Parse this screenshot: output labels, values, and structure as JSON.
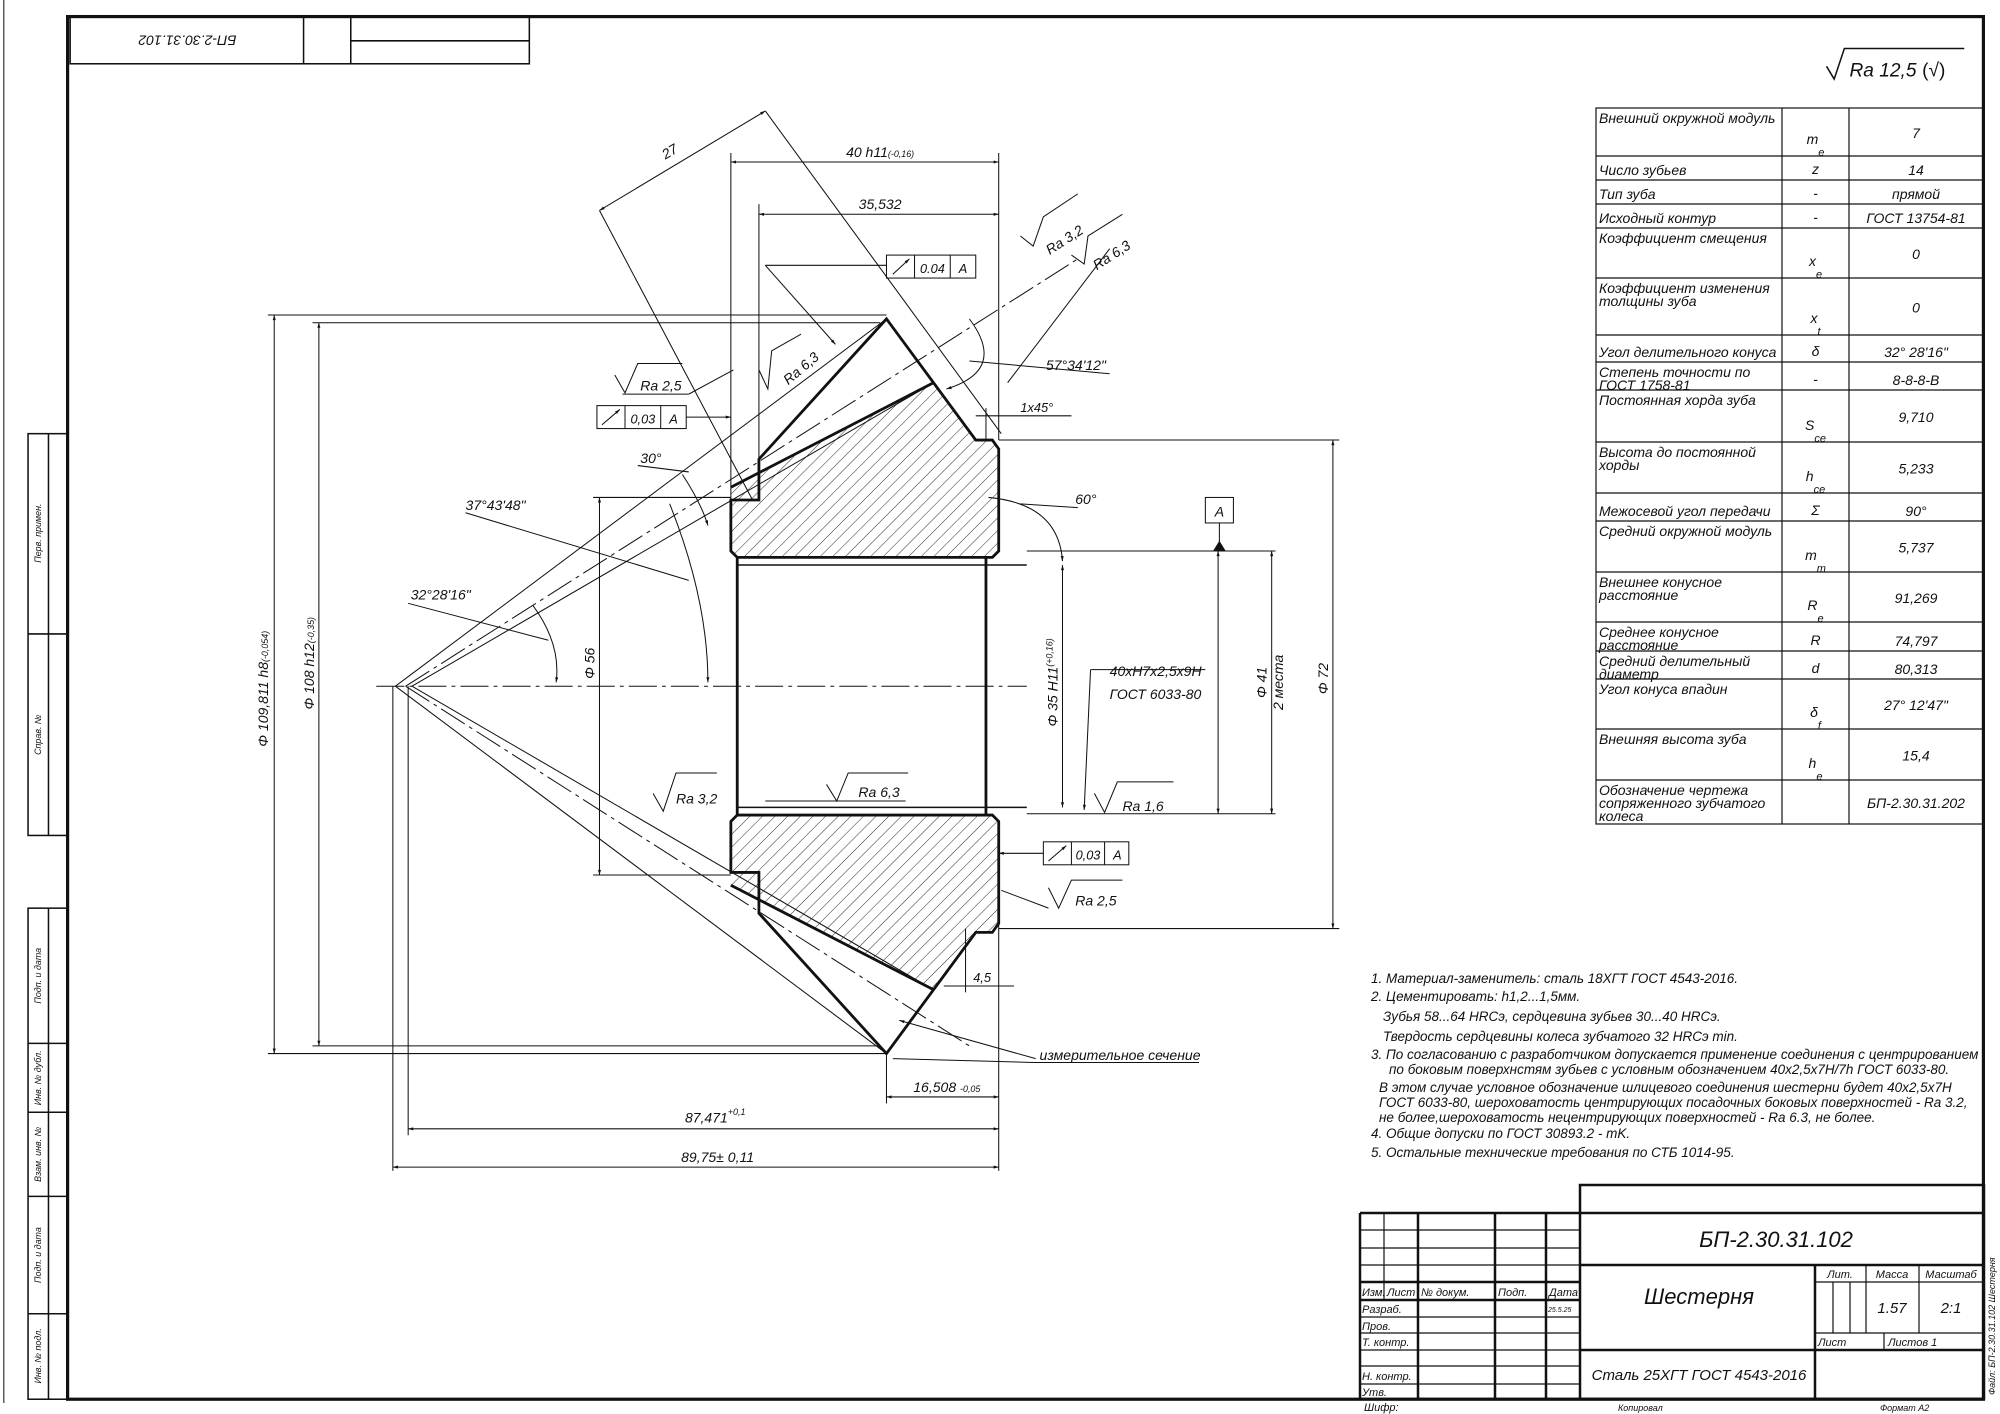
{
  "stamp_top": "БП-2.30.31.102",
  "side_labels": [
    "Перв. примен.",
    "Справ. №",
    "Подп. и дата",
    "Инв. № дубл.",
    "Взам. инв. №",
    "Подп. и дата",
    "Инв. № подл."
  ],
  "roughness_general": {
    "label": "Ra 12,5",
    "suffix": "(√)"
  },
  "drawing": {
    "dims": {
      "d_outer": "Φ 109,811 h8",
      "d_outer_tol": "(-0,054)",
      "d_108": "Φ 108 h12",
      "d_108_tol": "(-0,35)",
      "d_56": "Φ 56",
      "d_35": "Φ 35 H11",
      "d_35_tol": "(+0,16)",
      "d_41": "Φ 41",
      "d_41_note": "2 места",
      "d_72": "Φ 72",
      "len_40": "40 h11",
      "len_40_tol": "(-0,16)",
      "len_35532": "35,532",
      "len_27": "27",
      "chamfer": "1x45°",
      "angle_back": "57°34'12\"",
      "angle_60": "60°",
      "angle_30": "30°",
      "angle_root": "37°43'48\"",
      "angle_pitch": "32°28'16\"",
      "spline_1": "40xH7x2,5x9H",
      "spline_2": "ГОСТ 6033-80",
      "len_45": "4,5",
      "len_16508": "16,508",
      "len_16508_tol": "-0,05",
      "len_87471": "87,471",
      "len_87471_tol": "+0,1",
      "len_8975": "89,75± 0,11",
      "measure_section": "измерительное сечение"
    },
    "roughness": [
      "Ra 3,2",
      "Ra 6,3",
      "Ra 2,5",
      "Ra 6,3",
      "Ra 3,2",
      "Ra 6,3",
      "Ra 1,6",
      "Ra 2,5"
    ],
    "datum": "A",
    "tolerance_frames": [
      {
        "value": "0.04",
        "datum": "A"
      },
      {
        "value": "0,03",
        "datum": "A"
      },
      {
        "value": "0,03",
        "datum": "A"
      }
    ]
  },
  "param_table": {
    "rows": [
      {
        "name": [
          "Внешний окружной модуль"
        ],
        "sym": "m",
        "sub": "e",
        "value": "7"
      },
      {
        "name": [
          "Число зубьев"
        ],
        "sym": "z",
        "sub": "",
        "value": "14"
      },
      {
        "name": [
          "Тип зуба"
        ],
        "sym": "-",
        "sub": "",
        "value": "прямой"
      },
      {
        "name": [
          "Исходный контур"
        ],
        "sym": "-",
        "sub": "",
        "value": "ГОСТ 13754-81"
      },
      {
        "name": [
          "Коэффициент смещения"
        ],
        "sym": "x",
        "sub": "e",
        "value": "0"
      },
      {
        "name": [
          "Коэффициент изменения",
          "толщины зуба"
        ],
        "sym": "x",
        "sub": "t",
        "value": "0"
      },
      {
        "name": [
          "Угол делительного конуса"
        ],
        "sym": "δ",
        "sub": "",
        "value": "32° 28'16\""
      },
      {
        "name": [
          "Степень точности по",
          "ГОСТ 1758-81"
        ],
        "sym": "-",
        "sub": "",
        "value": "8-8-8-В"
      },
      {
        "name": [
          "Постоянная хорда зуба"
        ],
        "sym": "S",
        "sub": "ce",
        "value": "9,710"
      },
      {
        "name": [
          "Высота до постоянной",
          "хорды"
        ],
        "sym": "h",
        "sub": "ce",
        "value": "5,233"
      },
      {
        "name": [
          "Межосевой угол передачи"
        ],
        "sym": "Σ",
        "sub": "",
        "value": "90°"
      },
      {
        "name": [
          "Средний окружной модуль"
        ],
        "sym": "m",
        "sub": "m",
        "value": "5,737"
      },
      {
        "name": [
          "Внешнее конусное",
          "расстояние"
        ],
        "sym": "R",
        "sub": "e",
        "value": "91,269"
      },
      {
        "name": [
          "Среднее конусное",
          "расстояние"
        ],
        "sym": "R",
        "sub": "",
        "value": "74,797"
      },
      {
        "name": [
          "Средний делительный",
          "диаметр"
        ],
        "sym": "d",
        "sub": "",
        "value": "80,313"
      },
      {
        "name": [
          "Угол конуса впадин"
        ],
        "sym": "δ",
        "sub": "f",
        "value": "27° 12'47\""
      },
      {
        "name": [
          "Внешняя высота зуба"
        ],
        "sym": "h",
        "sub": "e",
        "value": "15,4"
      },
      {
        "name": [
          "Обозначение чертежа",
          "сопряженного зубчатого",
          "колеса"
        ],
        "sym": "",
        "sub": "",
        "value": "БП-2.30.31.202"
      }
    ]
  },
  "notes": [
    "1. Материал-заменитель: сталь 18ХГТ ГОСТ 4543-2016.",
    "2. Цементировать: h1,2...1,5мм.",
    "Зубья 58...64 HRCэ, сердцевина зубьев 30...40 HRCэ.",
    "Твердость сердцевины колеса зубчатого 32 HRCэ min.",
    "3. По согласованию с разработчиком допускается применение соединения с центрированием",
    "по боковым поверхнстям зубьев с условным обозначением 40x2,5x7H/7h ГОСТ 6033-80.",
    "В этом случае условное обозначение шлицевого соединения шестерни будет 40x2,5x7H",
    "ГОСТ 6033-80, шероховатость центрирующих посадочных боковых поверхностей - Ra 3.2,",
    "не более,шероховатость нецентрирующих поверхностей - Ra 6.3, не более.",
    "4. Общие допуски по ГОСТ 30893.2 - mK.",
    "5. Остальные технические требования по СТБ 1014-95."
  ],
  "title_block": {
    "designation": "БП-2.30.31.102",
    "name": "Шестерня",
    "material": "Сталь 25ХГТ ГОСТ 4543-2016",
    "headers": {
      "izm": "Изм.",
      "list": "Лист",
      "doc": "№ докум.",
      "sign": "Подп.",
      "date": "Дата"
    },
    "roles": [
      "Разраб.",
      "Пров.",
      "Т. контр.",
      "",
      "Н. контр.",
      "Утв."
    ],
    "dev_date": "25.5.25",
    "lit_label": "Лит.",
    "mass_label": "Масса",
    "scale_label": "Масштаб",
    "mass": "1.57",
    "scale": "2:1",
    "sheet_label": "Лист",
    "sheets_label": "Листов 1",
    "cipher": "Шифр:",
    "copied": "Копировал",
    "format": "Формат A2",
    "file": "Файл: БП-2.30.31.102 Шестерня"
  }
}
